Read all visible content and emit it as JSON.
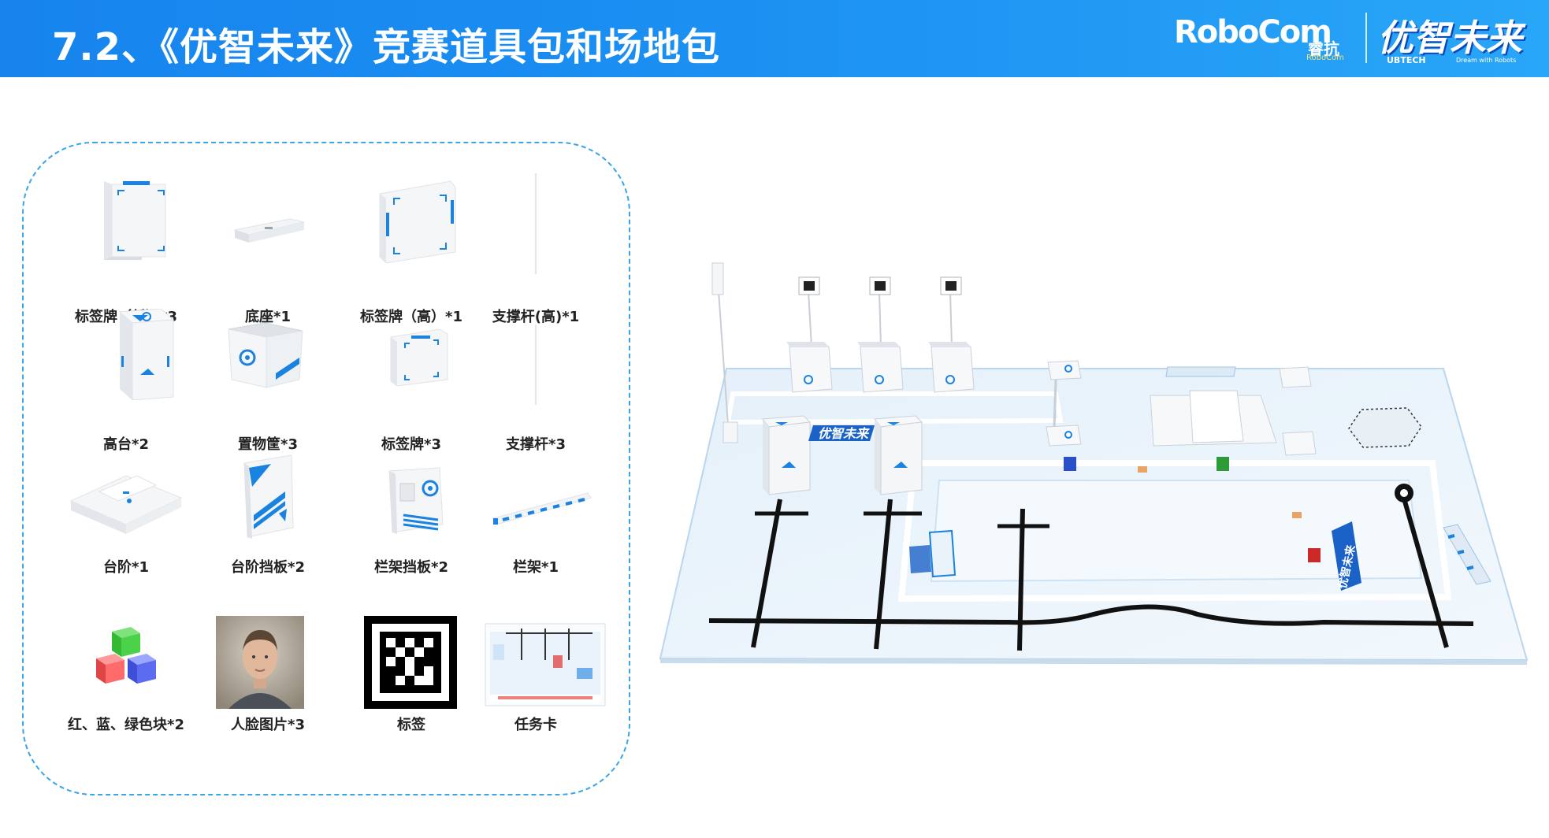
{
  "header": {
    "title": "7.2、《优智未来》竞赛道具包和场地包",
    "logo_robocom": "RoboCom",
    "logo_ruikang": "睿抗",
    "logo_ruikang_sub": "RoboCom",
    "logo_yzwl": "优智未来",
    "logo_ubtech": "UBTECH",
    "logo_dream": "Dream with Robots",
    "accent_color": "#1784ee"
  },
  "items": [
    {
      "label": "标签牌（低）*3",
      "icon": "label-board-low-icon"
    },
    {
      "label": "底座*1",
      "icon": "base-icon"
    },
    {
      "label": "标签牌（高）*1",
      "icon": "label-board-high-icon"
    },
    {
      "label": "支撑杆(高)*1",
      "icon": "support-rod-high-icon"
    },
    {
      "label": "高台*2",
      "icon": "high-platform-icon"
    },
    {
      "label": "置物筐*3",
      "icon": "storage-basket-icon"
    },
    {
      "label": "标签牌*3",
      "icon": "label-board-icon"
    },
    {
      "label": "支撑杆*3",
      "icon": "support-rod-icon"
    },
    {
      "label": "台阶*1",
      "icon": "step-icon"
    },
    {
      "label": "台阶挡板*2",
      "icon": "step-baffle-icon"
    },
    {
      "label": "栏架挡板*2",
      "icon": "rail-baffle-icon"
    },
    {
      "label": "栏架*1",
      "icon": "rail-icon"
    },
    {
      "label": "红、蓝、绿色块*2",
      "icon": "color-blocks-icon"
    },
    {
      "label": "人脸图片*3",
      "icon": "face-photo-icon"
    },
    {
      "label": "标签",
      "icon": "aruco-marker-icon"
    },
    {
      "label": "任务卡",
      "icon": "task-card-icon"
    }
  ],
  "field": {
    "icon": "competition-field-icon",
    "sign_text": "优智未来"
  }
}
